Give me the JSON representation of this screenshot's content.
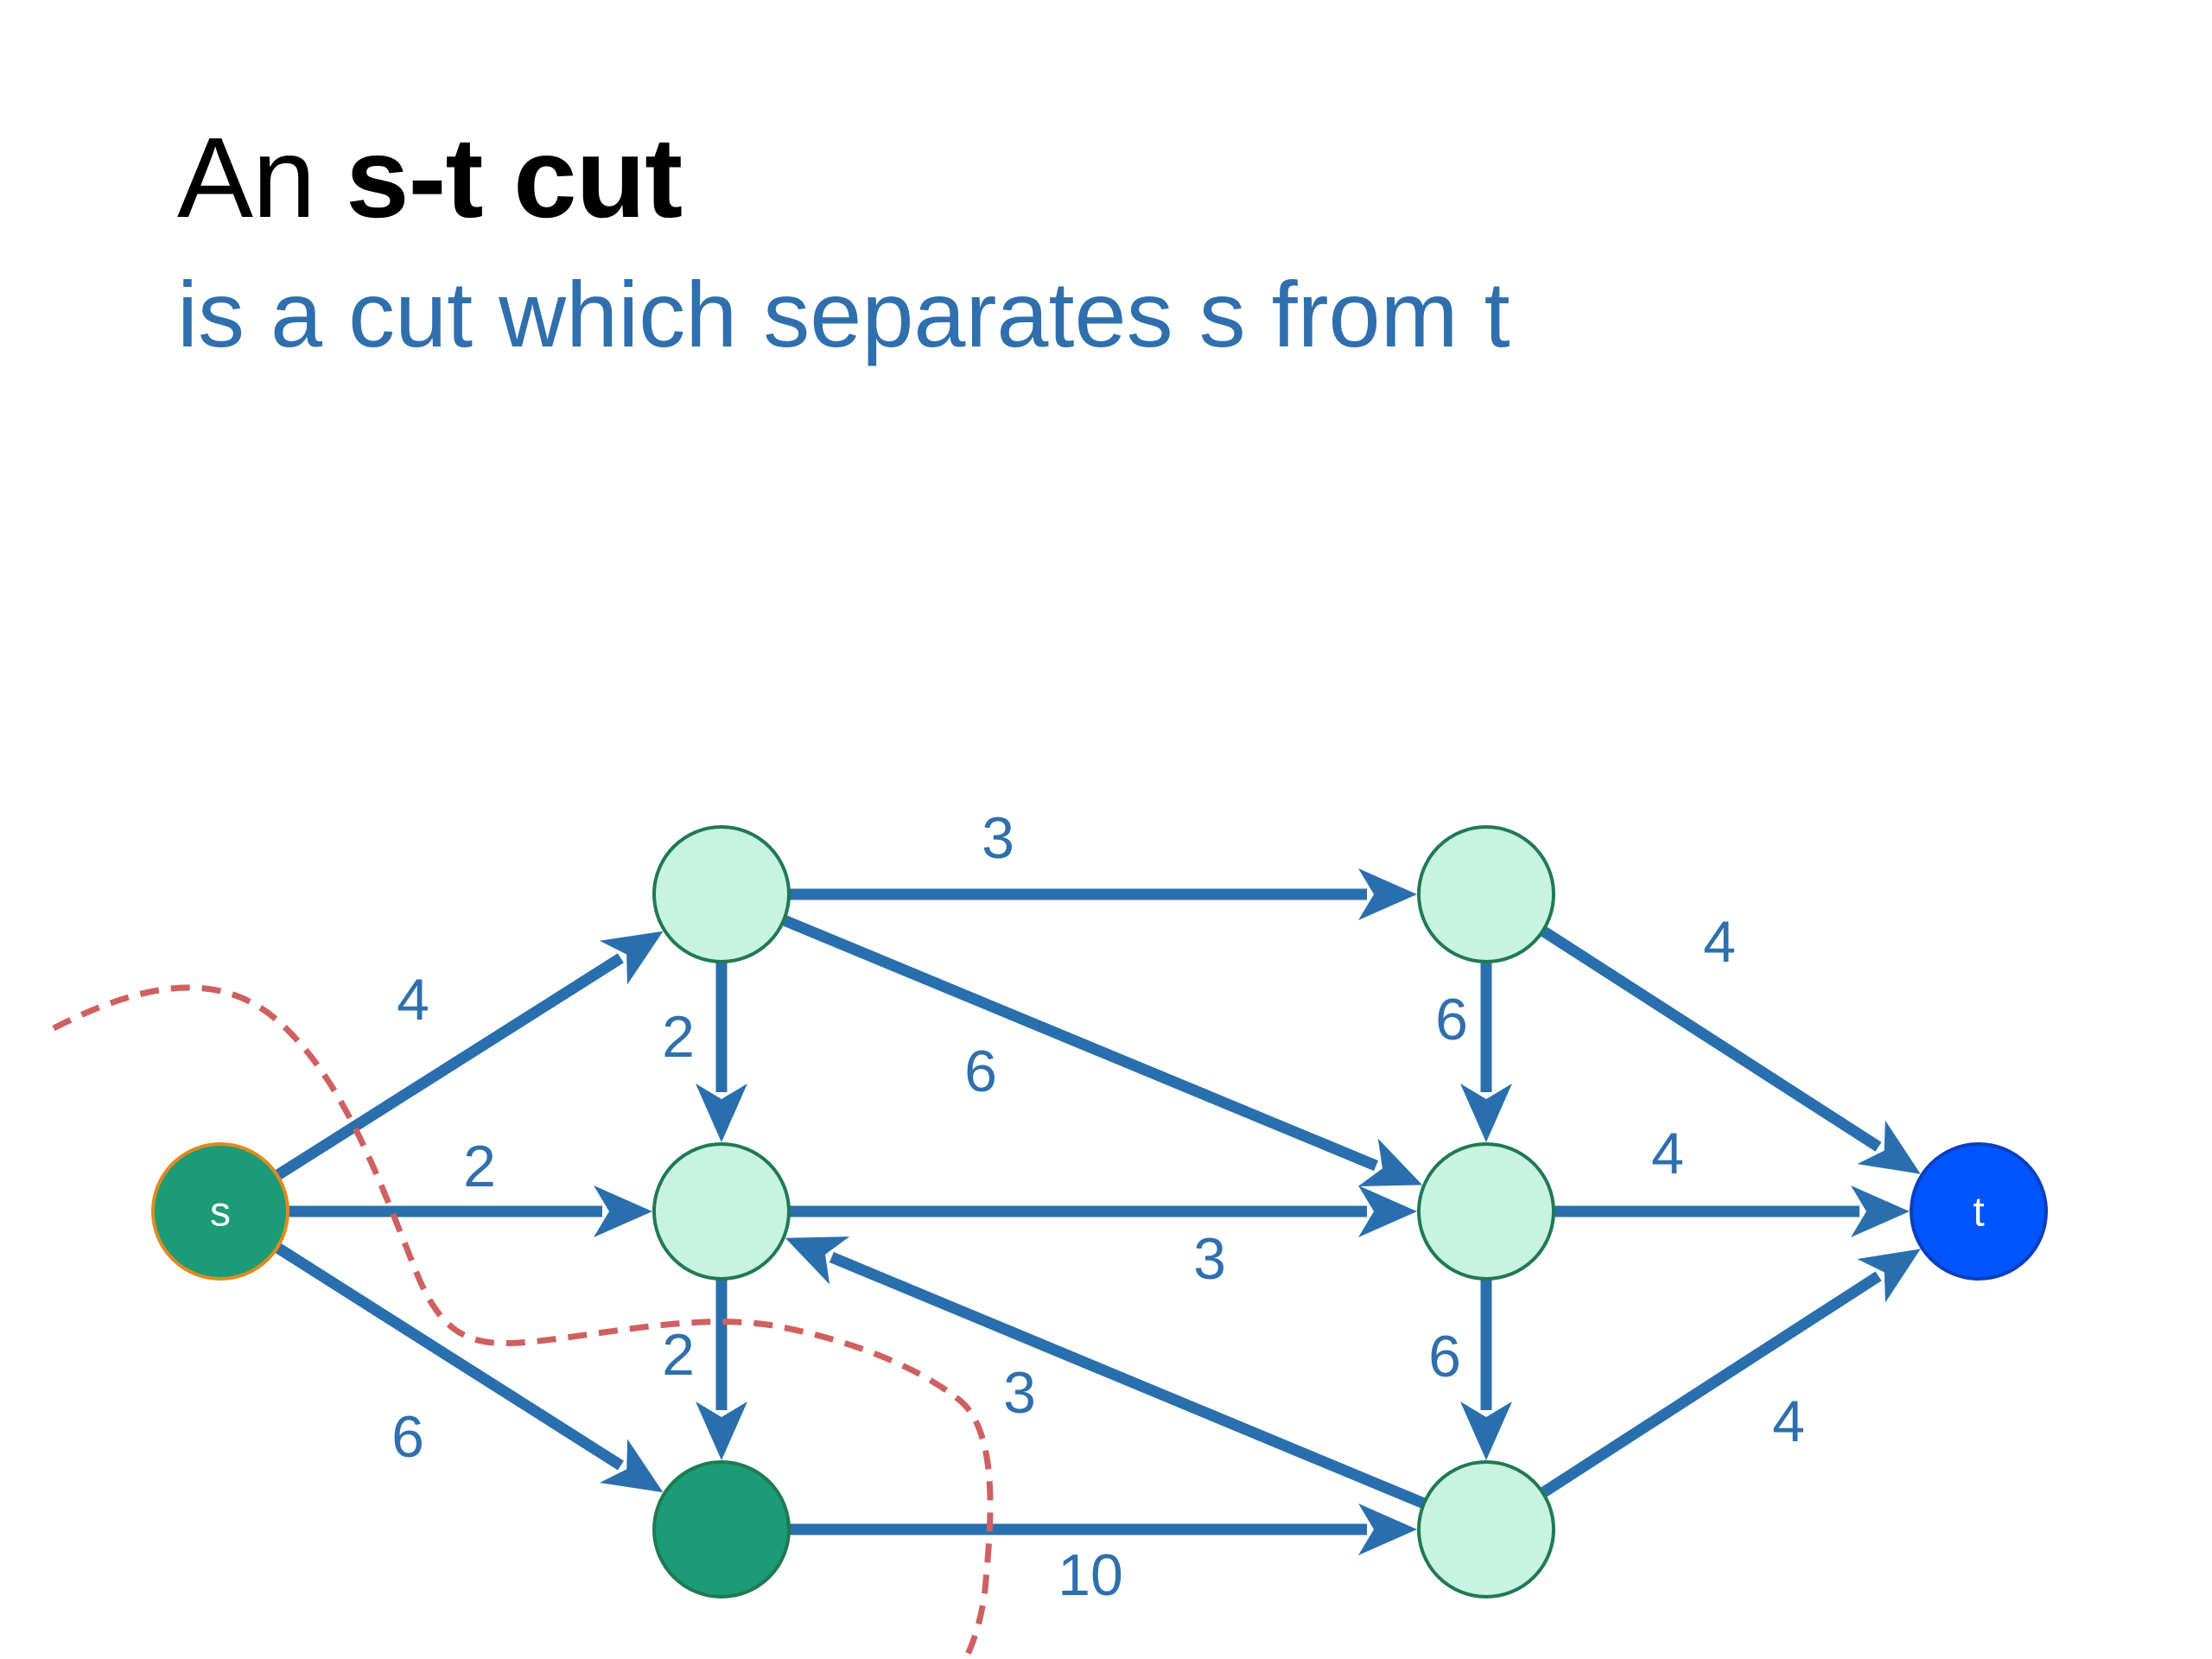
{
  "title": {
    "prefix": "An ",
    "emphasis": "s-t cut"
  },
  "subtitle": "is a cut which separates s from t",
  "colors": {
    "edge": "#2a6fad",
    "label": "#2f6fad",
    "node_default_fill": "#c8f2e2",
    "node_default_stroke": "#1f7a52",
    "node_cut_fill": "#1d9b76",
    "source_stroke": "#e08a1e",
    "sink_fill": "#0055ff",
    "cut_line": "#d06060"
  },
  "graph": {
    "nodes": [
      {
        "id": "s",
        "label": "s",
        "role": "source",
        "in_cut_side": true
      },
      {
        "id": "a",
        "label": "",
        "role": "node",
        "in_cut_side": false
      },
      {
        "id": "b",
        "label": "",
        "role": "node",
        "in_cut_side": false
      },
      {
        "id": "c",
        "label": "",
        "role": "node",
        "in_cut_side": true
      },
      {
        "id": "d",
        "label": "",
        "role": "node",
        "in_cut_side": false
      },
      {
        "id": "e",
        "label": "",
        "role": "node",
        "in_cut_side": false
      },
      {
        "id": "f",
        "label": "",
        "role": "node",
        "in_cut_side": false
      },
      {
        "id": "t",
        "label": "t",
        "role": "sink",
        "in_cut_side": false
      }
    ],
    "edges": [
      {
        "from": "s",
        "to": "a",
        "capacity": "4"
      },
      {
        "from": "s",
        "to": "b",
        "capacity": "2"
      },
      {
        "from": "s",
        "to": "c",
        "capacity": "6"
      },
      {
        "from": "a",
        "to": "d",
        "capacity": "3"
      },
      {
        "from": "a",
        "to": "b",
        "capacity": "2"
      },
      {
        "from": "a",
        "to": "e",
        "capacity": "6"
      },
      {
        "from": "b",
        "to": "c",
        "capacity": "2"
      },
      {
        "from": "b",
        "to": "e",
        "capacity": "3"
      },
      {
        "from": "c",
        "to": "f",
        "capacity": "10"
      },
      {
        "from": "d",
        "to": "e",
        "capacity": "6"
      },
      {
        "from": "d",
        "to": "t",
        "capacity": "4"
      },
      {
        "from": "e",
        "to": "t",
        "capacity": "4"
      },
      {
        "from": "e",
        "to": "f",
        "capacity": "6"
      },
      {
        "from": "f",
        "to": "b",
        "capacity": "3"
      },
      {
        "from": "f",
        "to": "t",
        "capacity": "4"
      }
    ]
  }
}
